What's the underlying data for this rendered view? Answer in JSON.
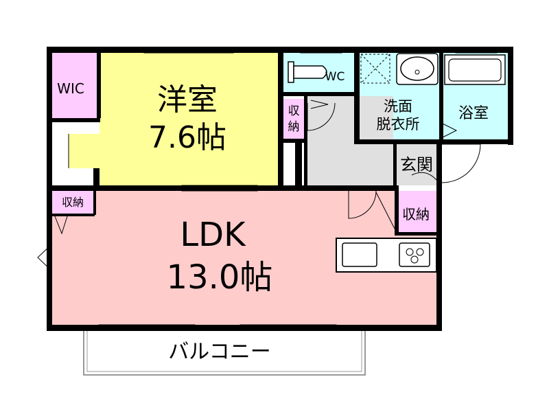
{
  "rooms": {
    "western": {
      "name": "洋室",
      "area": "7.6帖"
    },
    "ldk": {
      "name": "LDK",
      "area": "13.0帖"
    },
    "wic": "WIC",
    "wc": "WC",
    "washroom": {
      "line1": "洗面",
      "line2": "脱衣所"
    },
    "bathroom": "浴室",
    "entrance": "玄関",
    "storage_upper": {
      "line1": "収",
      "line2": "納"
    },
    "storage_left": "収納",
    "storage_right": "収納",
    "balcony": "バルコニー"
  },
  "colors": {
    "western_room": "#ffff99",
    "ldk": "#ffcccc",
    "storage": "#ffccff",
    "water_area": "#ccffff",
    "entrance_hall": "#e0e0e0",
    "walls": "#000000"
  }
}
